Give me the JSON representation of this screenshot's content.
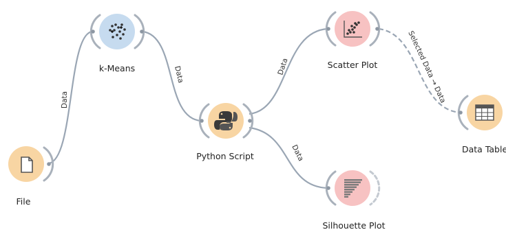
{
  "nodes": {
    "file": {
      "label": "File",
      "color": "#f8d5a3",
      "icon": "file-icon"
    },
    "kmeans": {
      "label": "k-Means",
      "color": "#c6dbef",
      "icon": "kmeans-clusters-icon"
    },
    "python": {
      "label": "Python Script",
      "color": "#f8d5a3",
      "icon": "python-icon"
    },
    "scatter": {
      "label": "Scatter Plot",
      "color": "#f7c2c2",
      "icon": "scatter-plot-icon"
    },
    "silhouette": {
      "label": "Silhouette Plot",
      "color": "#f7c2c2",
      "icon": "silhouette-bars-icon"
    },
    "datatable": {
      "label": "Data Table",
      "color": "#f8d5a3",
      "icon": "table-icon"
    }
  },
  "links": {
    "file_kmeans": "Data",
    "kmeans_python": "Data",
    "python_scatter": "Data",
    "python_silhouette": "Data",
    "scatter_datatable": "Selected Data → Data"
  }
}
